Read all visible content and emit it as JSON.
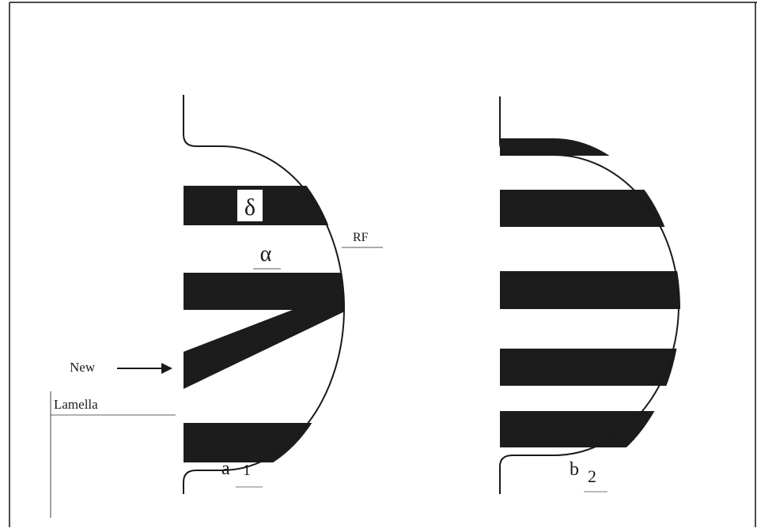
{
  "figure": {
    "panel_a": {
      "letter": "a",
      "number": "1",
      "phase_delta": "δ",
      "phase_alpha": "α",
      "reaction_front": "RF",
      "new_label": "New",
      "lamella_label": "Lamella"
    },
    "panel_b": {
      "letter": "b",
      "number": "2"
    },
    "colors": {
      "ink": "#1a1a1a",
      "lamella_fill": "#1c1c1c",
      "background": "#ffffff"
    }
  }
}
